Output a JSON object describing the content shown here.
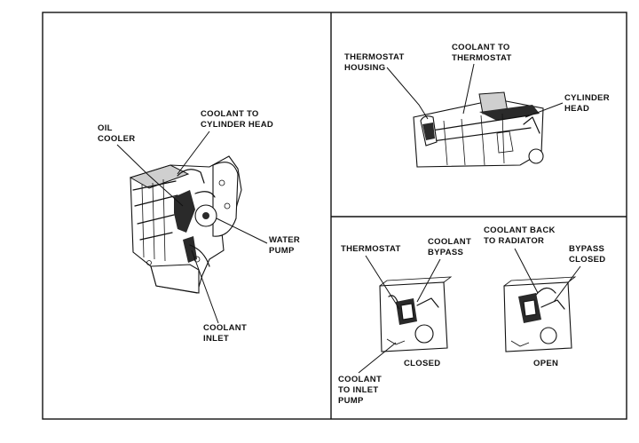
{
  "left_panel": {
    "labels": {
      "oil_cooler": [
        "OIL",
        "COOLER"
      ],
      "coolant_to_cylinder_head": [
        "COOLANT TO",
        "CYLINDER HEAD"
      ],
      "water_pump": [
        "WATER",
        "PUMP"
      ],
      "coolant_inlet": [
        "COOLANT",
        "INLET"
      ]
    }
  },
  "top_right_panel": {
    "labels": {
      "thermostat_housing": [
        "THERMOSTAT",
        "HOUSING"
      ],
      "coolant_to_thermostat": [
        "COOLANT TO",
        "THERMOSTAT"
      ],
      "cylinder_head": [
        "CYLINDER",
        "HEAD"
      ]
    }
  },
  "bottom_right_panel": {
    "labels": {
      "thermostat": [
        "THERMOSTAT"
      ],
      "coolant_bypass": [
        "COOLANT",
        "BYPASS"
      ],
      "coolant_back_to_radiator": [
        "COOLANT BACK",
        "TO RADIATOR"
      ],
      "bypass_closed": [
        "BYPASS",
        "CLOSED"
      ],
      "closed": [
        "CLOSED"
      ],
      "open": [
        "OPEN"
      ],
      "coolant_to_inlet_pump": [
        "COOLANT",
        "TO INLET",
        "PUMP"
      ]
    }
  }
}
